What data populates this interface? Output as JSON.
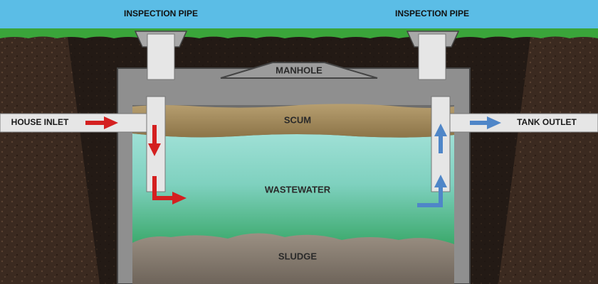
{
  "labels": {
    "inspection_pipe_left": "INSPECTION PIPE",
    "inspection_pipe_right": "INSPECTION PIPE",
    "manhole": "MANHOLE",
    "house_inlet": "HOUSE INLET",
    "tank_outlet": "TANK OUTLET",
    "scum": "SCUM",
    "wastewater": "WASTEWATER",
    "sludge": "SLUDGE"
  },
  "colors": {
    "sky": "#5bbde6",
    "grass": "#3aa53a",
    "soil": "#3a2a1f",
    "concrete": "#9a9a9a",
    "pipe": "#e6e6e6",
    "inflow_arrow": "#d42020",
    "outflow_arrow": "#4f86c8",
    "wastewater": "#7fd1c4",
    "scum": "#a08a5e",
    "sludge": "#8a7f72"
  }
}
